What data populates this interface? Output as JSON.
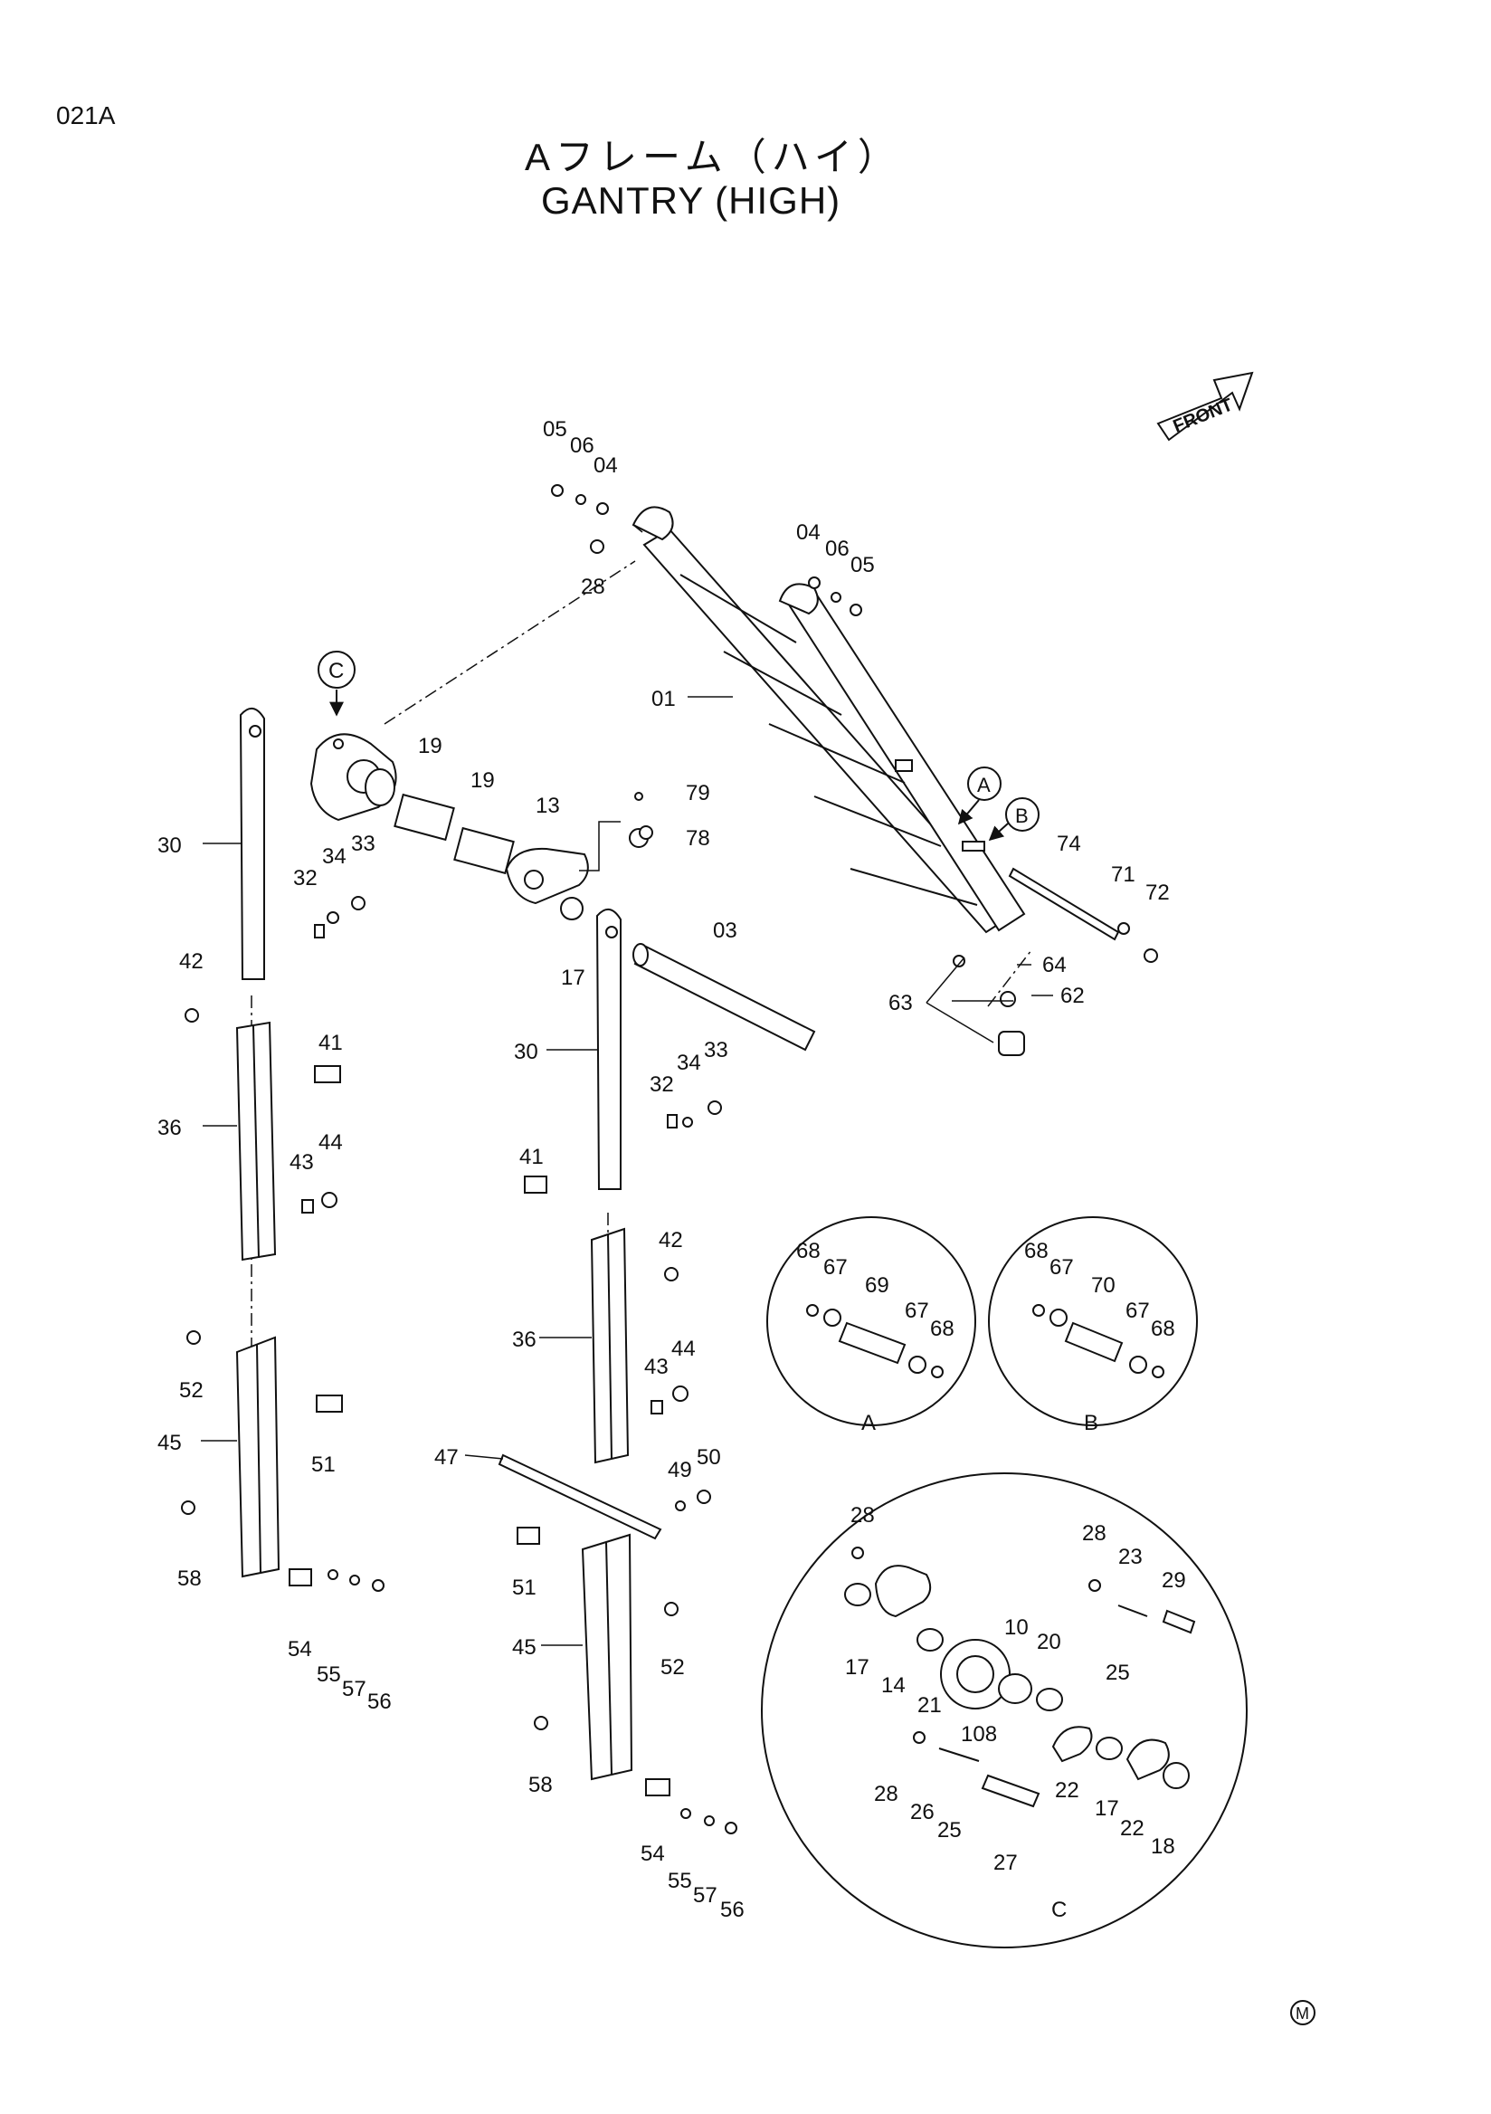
{
  "page_code": "021A",
  "title_jp": "Aフレーム（ハイ）",
  "title_en": "GANTRY (HIGH)",
  "front_label": "FRONT",
  "mark": "M",
  "callouts": {
    "A": "A",
    "B": "B",
    "C": "C"
  },
  "parts": {
    "01": "01",
    "03": "03",
    "04": "04",
    "05": "05",
    "06": "06",
    "10": "10",
    "13": "13",
    "14": "14",
    "17": "17",
    "18": "18",
    "19": "19",
    "20": "20",
    "21": "21",
    "22": "22",
    "23": "23",
    "25": "25",
    "26": "26",
    "27": "27",
    "28": "28",
    "29": "29",
    "30": "30",
    "32": "32",
    "33": "33",
    "34": "34",
    "36": "36",
    "41": "41",
    "42": "42",
    "43": "43",
    "44": "44",
    "45": "45",
    "47": "47",
    "49": "49",
    "50": "50",
    "51": "51",
    "52": "52",
    "54": "54",
    "55": "55",
    "56": "56",
    "57": "57",
    "58": "58",
    "62": "62",
    "63": "63",
    "64": "64",
    "67": "67",
    "68": "68",
    "69": "69",
    "70": "70",
    "71": "71",
    "72": "72",
    "74": "74",
    "78": "78",
    "79": "79",
    "108": "108"
  }
}
